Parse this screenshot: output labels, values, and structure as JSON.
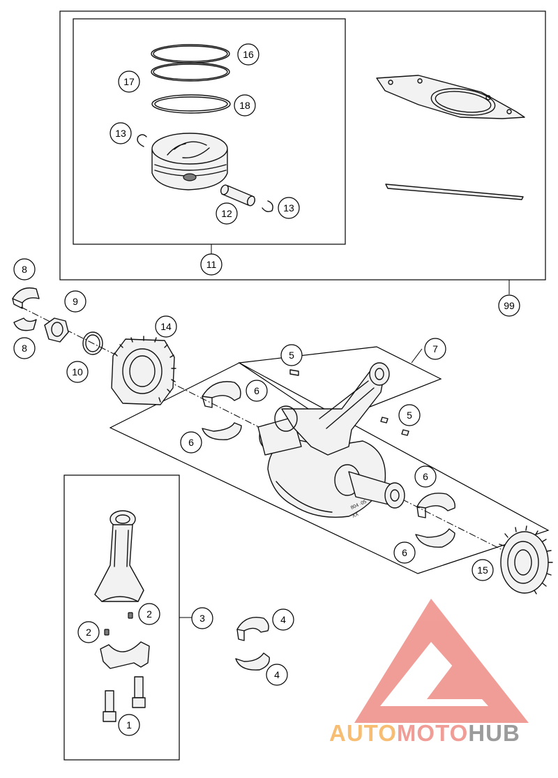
{
  "callouts": {
    "c16": "16",
    "c17": "17",
    "c18": "18",
    "c13a": "13",
    "c12": "12",
    "c13b": "13",
    "c11": "11",
    "c99": "99",
    "c8a": "8",
    "c8b": "8",
    "c9": "9",
    "c10": "10",
    "c14": "14",
    "c5a": "5",
    "c5b": "5",
    "c7": "7",
    "c6a": "6",
    "c6b": "6",
    "c6c": "6",
    "c6d": "6",
    "c15": "15",
    "c3": "3",
    "c2a": "2",
    "c2b": "2",
    "c1": "1",
    "c4a": "4",
    "c4b": "4"
  },
  "engraving": {
    "line1": "804 ·05",
    "line2": "XX"
  },
  "watermark": {
    "part1": "AUTO",
    "part2": "MOTO",
    "part3": "HUB",
    "colors": {
      "orange": "#f5b25b",
      "red": "#ef8d86",
      "gray": "#8a8a8a"
    }
  }
}
